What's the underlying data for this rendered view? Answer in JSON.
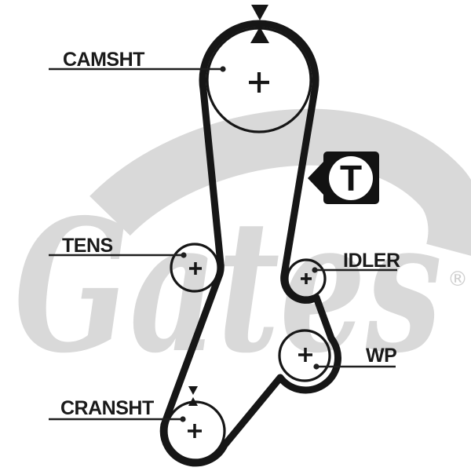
{
  "diagram": {
    "kind": "timing-belt-routing-diagram",
    "watermark": {
      "brand": "Gates",
      "registered_mark": "®"
    },
    "badge": {
      "letter": "T"
    },
    "labels": {
      "camshaft": "CAMSHT",
      "tensioner": "TENS",
      "idler": "IDLER",
      "water_pump": "WP",
      "crankshaft": "CRANSHT"
    },
    "pulleys": [
      {
        "id": "camshaft",
        "label": "CAMSHT",
        "center_mark": "+",
        "timing_mark": true
      },
      {
        "id": "tensioner",
        "label": "TENS",
        "center_mark": "+",
        "timing_mark": false
      },
      {
        "id": "idler",
        "label": "IDLER",
        "center_mark": "+",
        "timing_mark": false
      },
      {
        "id": "water_pump",
        "label": "WP",
        "center_mark": "+",
        "timing_mark": false
      },
      {
        "id": "crankshaft",
        "label": "CRANSHT",
        "center_mark": "+",
        "timing_mark": true
      }
    ],
    "colors": {
      "belt": "#161616",
      "label_text": "#1a1a1a",
      "watermark": "#d9d9d9",
      "badge_background": "#121212",
      "badge_circle": "#ffffff"
    }
  }
}
